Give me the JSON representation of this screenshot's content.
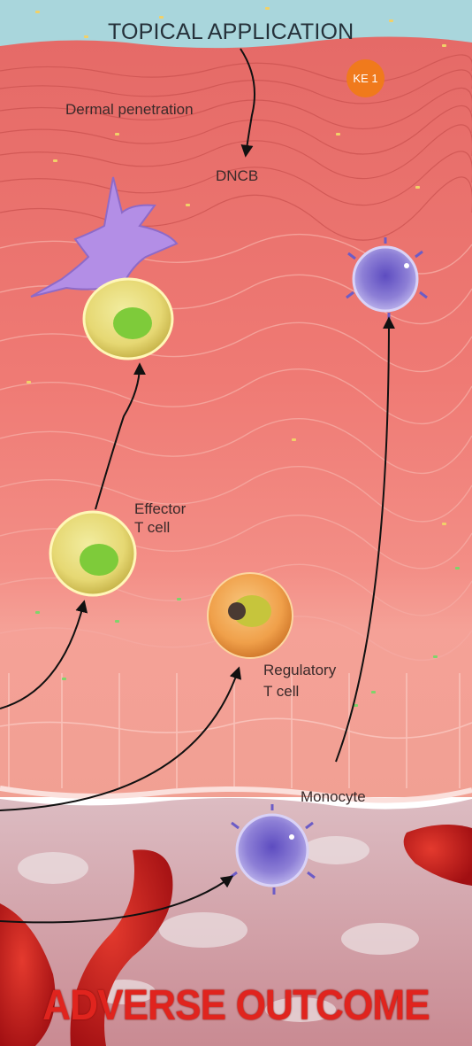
{
  "title": "TOPICAL APPLICATION",
  "badge": "KE 1",
  "labels": {
    "dermal_penetration": "Dermal penetration",
    "chemical": "DNCB",
    "effector_line1": "Effector",
    "effector_line2": "T cell",
    "regulatory_line1": "Regulatory",
    "regulatory_line2": "T cell",
    "monocyte": "Monocyte"
  },
  "outcome": "ADVERSE OUTCOME",
  "colors": {
    "sky": "#a9d6dc",
    "skin_top": "#e96c69",
    "skin_mid": "#f07f78",
    "skin_basal": "#f39b91",
    "dermis": "#d9b9c0",
    "badge": "#f07a1c",
    "outcome": "#e0241e",
    "blood_vessel": "#c81e1e",
    "effector_cell": "#e8dd7e",
    "regulatory_cell": "#f0a650",
    "monocyte": "#8a7ad2",
    "dendritic_cell": "#b38ee6"
  }
}
